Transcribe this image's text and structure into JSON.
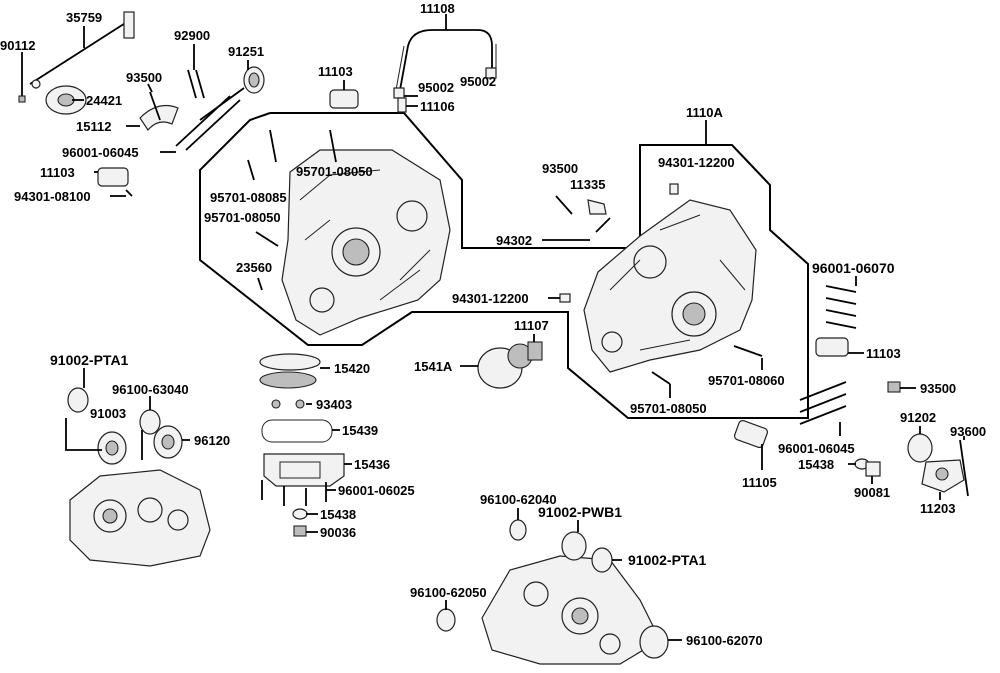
{
  "diagram": {
    "labels": {
      "p35759": "35759",
      "p90112": "90112",
      "p24421": "24421",
      "p15112": "15112",
      "p93500_a": "93500",
      "p92900": "92900",
      "p91251": "91251",
      "p11103_a": "11103",
      "p11108": "11108",
      "p95002_a": "95002",
      "p95002_b": "95002",
      "p11106": "11106",
      "p1110A": "1110A",
      "p96001_06045_a": "96001-06045",
      "p11103_b": "11103",
      "p94301_08100": "94301-08100",
      "p95701_08050_a": "95701-08050",
      "p95701_08085": "95701-08085",
      "p95701_08050_b": "95701-08050",
      "p23560": "23560",
      "p93500_b": "93500",
      "p11335": "11335",
      "p94301_12200_a": "94301-12200",
      "p94302": "94302",
      "p94301_12200_b": "94301-12200",
      "p96001_06070": "96001-06070",
      "p11103_c": "11103",
      "p11107": "11107",
      "p1541A": "1541A",
      "p15420": "15420",
      "p93403": "93403",
      "p15439": "15439",
      "p15436": "15436",
      "p96001_06025": "96001-06025",
      "p15438_a": "15438",
      "p90036": "90036",
      "p91002_PTA1_a": "91002-PTA1",
      "p96100_63040": "96100-63040",
      "p91003": "91003",
      "p96120": "96120",
      "p95701_08060": "95701-08060",
      "p95701_08050_c": "95701-08050",
      "p93500_c": "93500",
      "p91202": "91202",
      "p93600": "93600",
      "p96001_06045_b": "96001-06045",
      "p15438_b": "15438",
      "p90081": "90081",
      "p11105": "11105",
      "p11203": "11203",
      "p96100_62040": "96100-62040",
      "p91002_PWB1": "91002-PWB1",
      "p91002_PTA1_b": "91002-PTA1",
      "p96100_62050": "96100-62050",
      "p96100_62070": "96100-62070"
    }
  }
}
